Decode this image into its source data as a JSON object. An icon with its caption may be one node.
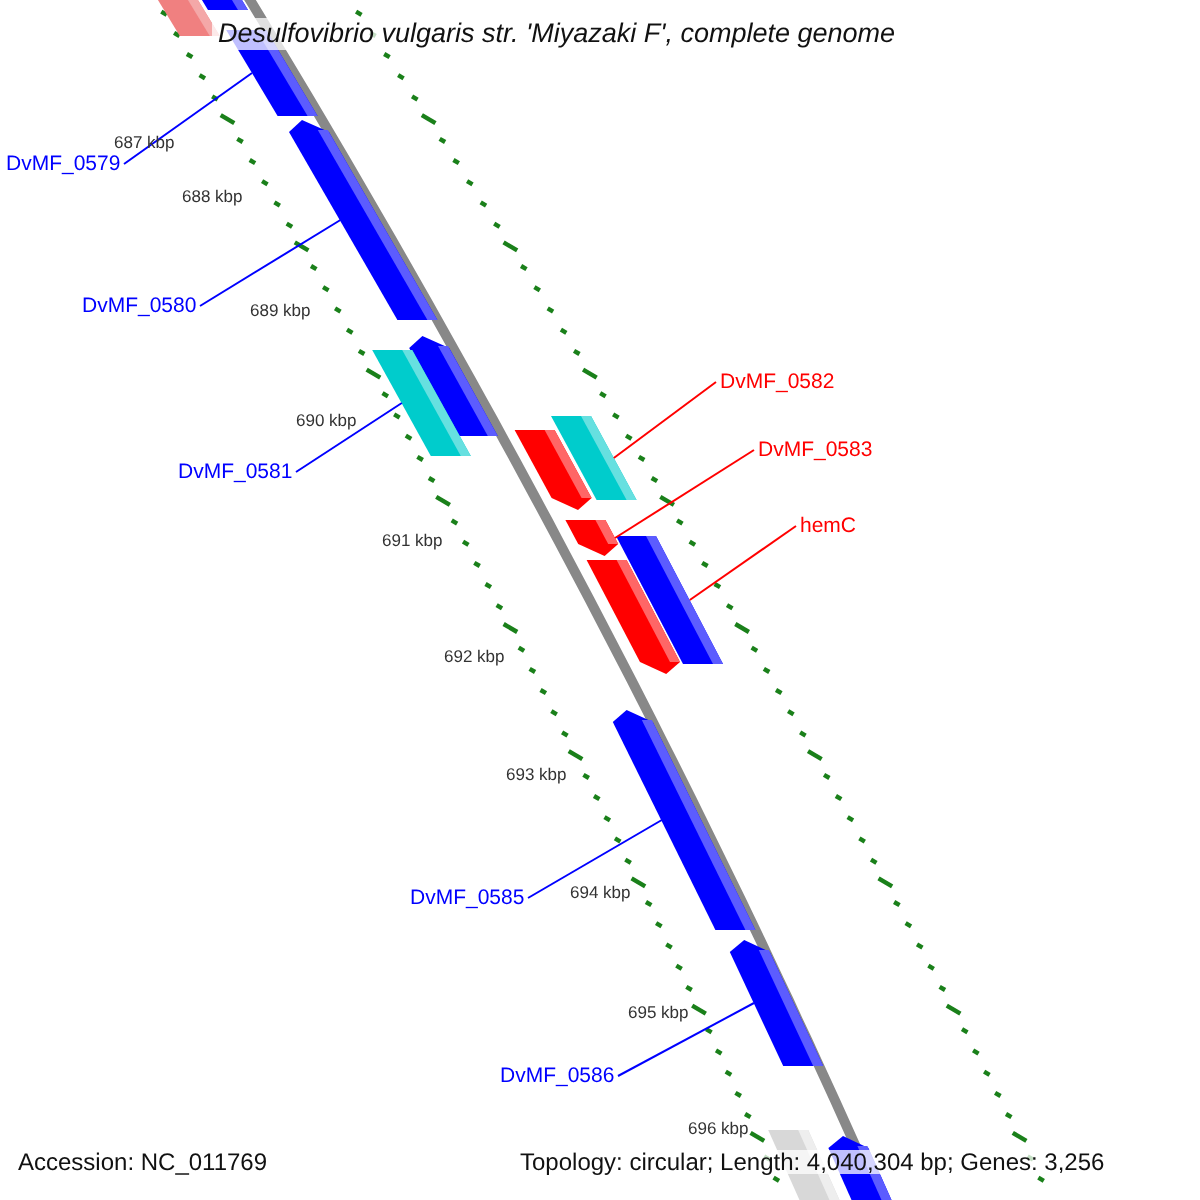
{
  "diagram": {
    "title": "Desulfovibrio vulgaris str. 'Miyazaki F', complete genome",
    "nodes": [
      {
        "text": [
          "DvMF_0579"
        ]
      },
      {
        "text": [
          "DvMF_0580"
        ]
      },
      {
        "text": [
          "DvMF_0581"
        ]
      },
      {
        "text": [
          "DvMF_0582"
        ]
      },
      {
        "text": [
          "DvMF_0583"
        ]
      },
      {
        "text": [
          "hemC"
        ]
      },
      {
        "text": [
          "DvMF_0585"
        ]
      },
      {
        "text": [
          "DvMF_0586"
        ]
      },
      {
        "text": [],
        "shape": "arrow"
      },
      {
        "text": [],
        "shape": "arrow"
      },
      {
        "text": [],
        "shape": "arrow"
      },
      {
        "text": [],
        "shape": "arrow"
      },
      {
        "text": [],
        "shape": "arrow"
      },
      {
        "text": [],
        "shape": "arrow"
      },
      {
        "text": [],
        "shape": "arrow"
      },
      {
        "text": [],
        "shape": "arrow"
      }
    ],
    "edges": [
      {
        "from": 0,
        "to": 8,
        "arrow": "none"
      },
      {
        "from": 1,
        "to": 9,
        "arrow": "none"
      },
      {
        "from": 2,
        "to": 10,
        "arrow": "none"
      },
      {
        "from": 3,
        "to": 11,
        "arrow": "none",
        "color": "#ff0000"
      },
      {
        "from": 4,
        "to": 12,
        "arrow": "none",
        "color": "#ff0000"
      },
      {
        "from": 5,
        "to": 13,
        "arrow": "none",
        "color": "#ff0000"
      },
      {
        "from": 6,
        "to": 14,
        "arrow": "none"
      },
      {
        "from": 7,
        "to": 15,
        "arrow": "none"
      }
    ],
    "labels": [
      "687 kbp",
      "688 kbp",
      "689 kbp",
      "690 kbp",
      "691 kbp",
      "692 kbp",
      "693 kbp",
      "694 kbp",
      "695 kbp",
      "696 kbp",
      "Accession: NC_011769",
      "Topology: circular; Length: 4,040,304 bp; Genes: 3,256"
    ]
  }
}
